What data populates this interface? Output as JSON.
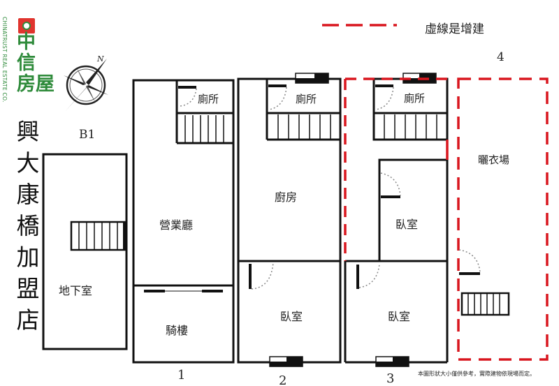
{
  "brand": {
    "logo_text": [
      "中",
      "信",
      "房",
      "屋"
    ],
    "logo_english": "CHINATRUST REAL ESTATE CO.",
    "brand_green": "#2f8b3b",
    "brand_red": "#e0342e"
  },
  "store_name_chars": [
    "興",
    "大",
    "康",
    "橋",
    "加",
    "盟",
    "店"
  ],
  "compass": {
    "north_label": "N"
  },
  "legend": {
    "dashed_line_meaning": "虛線是增建",
    "dashed_color": "#d9161e"
  },
  "floors": [
    {
      "id": "B1",
      "label": "B1",
      "rooms": [
        "地下室"
      ]
    },
    {
      "id": "1",
      "label": "1",
      "rooms": [
        "廁所",
        "營業廳",
        "騎樓"
      ]
    },
    {
      "id": "2",
      "label": "2",
      "rooms": [
        "廁所",
        "廚房",
        "臥室"
      ]
    },
    {
      "id": "3",
      "label": "3",
      "rooms": [
        "廁所",
        "臥室",
        "臥室"
      ]
    },
    {
      "id": "4",
      "label": "4",
      "rooms": [
        "曬衣場"
      ]
    }
  ],
  "rooms": {
    "b1_basement": "地下室",
    "f1_toilet": "廁所",
    "f1_business_hall": "營業廳",
    "f1_arcade": "騎樓",
    "f2_toilet": "廁所",
    "f2_kitchen": "廚房",
    "f2_bedroom": "臥室",
    "f3_toilet": "廁所",
    "f3_bedroom_upper": "臥室",
    "f3_bedroom_lower": "臥室",
    "f4_drying_area": "曬衣場"
  },
  "floor_labels": {
    "b1": "B1",
    "f1": "1",
    "f2": "2",
    "f3": "3",
    "f4": "4"
  },
  "disclaimer": "本圖形狀大小僅供參考，實際建物依現場而定。"
}
